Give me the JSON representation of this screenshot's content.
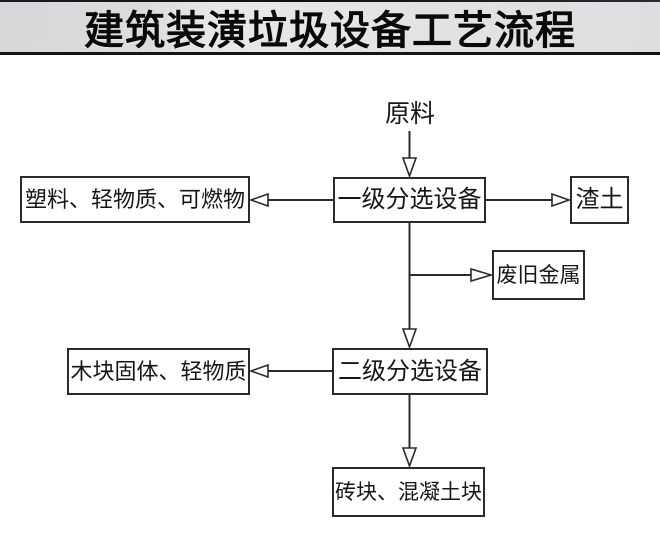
{
  "header": {
    "title": "建筑装潢垃圾设备工艺流程"
  },
  "flowchart": {
    "nodes": [
      {
        "id": "raw-material",
        "label": "原料",
        "shape": "text"
      },
      {
        "id": "level1-sorter",
        "label": "一级分选设备",
        "shape": "box"
      },
      {
        "id": "plastics-output",
        "label": "塑料、轻物质、可燃物",
        "shape": "box"
      },
      {
        "id": "slag-output",
        "label": "渣土",
        "shape": "box"
      },
      {
        "id": "scrap-metal-output",
        "label": "废旧金属",
        "shape": "box"
      },
      {
        "id": "level2-sorter",
        "label": "二级分选设备",
        "shape": "box"
      },
      {
        "id": "wood-output",
        "label": "木块固体、轻物质",
        "shape": "box"
      },
      {
        "id": "brick-output",
        "label": "砖块、混凝土块",
        "shape": "box"
      }
    ],
    "edges": [
      {
        "from": "raw-material",
        "to": "level1-sorter",
        "direction": "down"
      },
      {
        "from": "level1-sorter",
        "to": "plastics-output",
        "direction": "left"
      },
      {
        "from": "level1-sorter",
        "to": "slag-output",
        "direction": "right"
      },
      {
        "from": "level1-sorter",
        "to": "scrap-metal-output",
        "direction": "down-then-right"
      },
      {
        "from": "level1-sorter",
        "to": "level2-sorter",
        "direction": "down"
      },
      {
        "from": "level2-sorter",
        "to": "wood-output",
        "direction": "left"
      },
      {
        "from": "level2-sorter",
        "to": "brick-output",
        "direction": "down"
      }
    ],
    "arrow_style": "hollow-triangle"
  },
  "colors": {
    "header_top_bar": "#14141a",
    "header_band": "#dfe1e3",
    "separator_line": "#14141a",
    "connector_line": "#2b2b2b",
    "box_border": "#2b2b2b",
    "box_fill": "#ffffff",
    "background": "#ffffff",
    "text": "#161616"
  }
}
